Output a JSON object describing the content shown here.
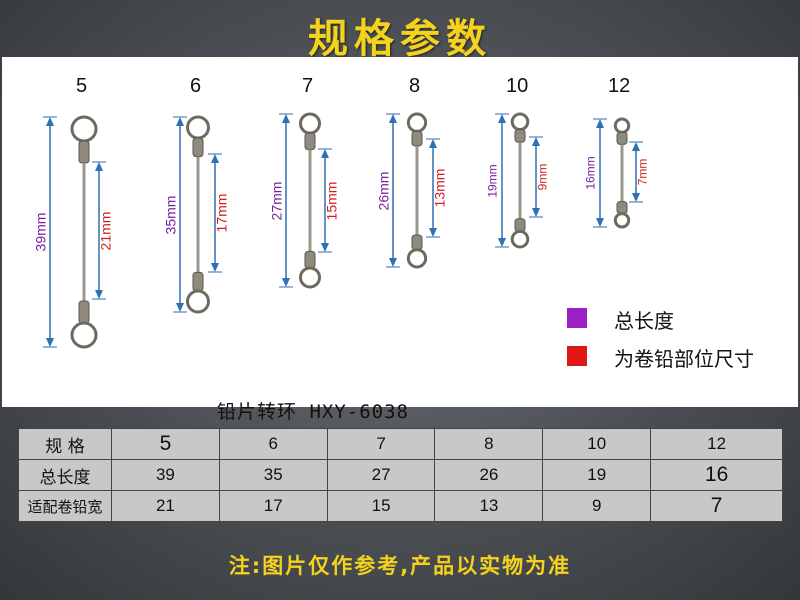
{
  "title": "规格参数",
  "sizes": [
    {
      "label": "5",
      "total": "39mm",
      "lead": "21mm"
    },
    {
      "label": "6",
      "total": "35mm",
      "lead": "17mm"
    },
    {
      "label": "7",
      "total": "27mm",
      "lead": "15mm"
    },
    {
      "label": "8",
      "total": "26mm",
      "lead": "13mm"
    },
    {
      "label": "10",
      "total": "19mm",
      "lead": "9mm"
    },
    {
      "label": "12",
      "total": "16mm",
      "lead": "7mm"
    }
  ],
  "product_label": "铅片转环  HXY-6038",
  "legend": [
    {
      "label": "总长度",
      "color": "#9b1fc4"
    },
    {
      "label": "为卷铅部位尺寸",
      "color": "#e01818"
    }
  ],
  "table": {
    "rows": [
      {
        "header": "规   格",
        "cells": [
          "5",
          "6",
          "7",
          "8",
          "10",
          "12"
        ]
      },
      {
        "header": "总长度",
        "cells": [
          "39",
          "35",
          "27",
          "26",
          "19",
          "16"
        ]
      },
      {
        "header": "适配卷铅宽",
        "cells": [
          "21",
          "17",
          "15",
          "13",
          "9",
          "7"
        ]
      }
    ]
  },
  "note": "注:图片仅作参考,产品以实物为准"
}
